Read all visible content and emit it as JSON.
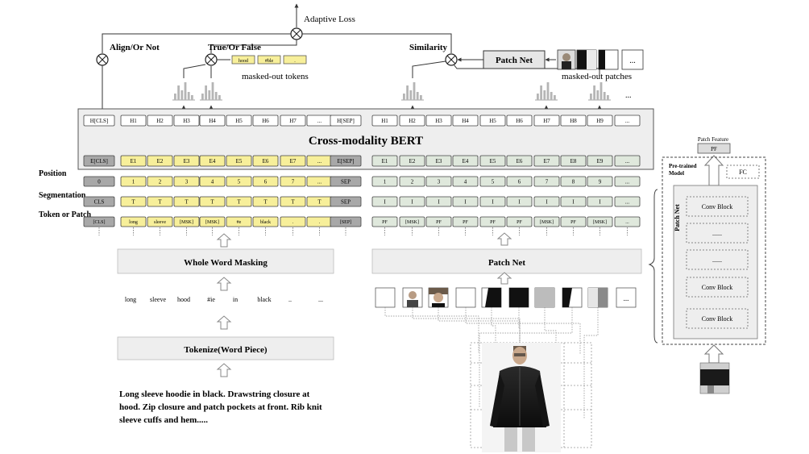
{
  "labels": {
    "adaptive_loss": "Adaptive Loss",
    "align": "Align/Or Not",
    "truefalse": "True/Or False",
    "similarity": "Similarity",
    "patch_net_top": "Patch Net",
    "masked_tokens": "masked-out tokens",
    "masked_patches": "masked-out patches",
    "bert_title": "Cross-modality BERT",
    "row_position": "Position",
    "row_segmentation": "Segmentation",
    "row_token": "Token or Patch",
    "wwm": "Whole Word Masking",
    "patchnet_bar": "Patch Net",
    "tokenize": "Tokenize(Word Piece)",
    "patch_feature": "Patch Feature",
    "pf_top": "PF",
    "pretrained": "Pre-trained Model",
    "fc": "FC",
    "patchnet_vertical": "Patch Net",
    "conv_block": "Conv Block",
    "dots": "......",
    "ellipsis": "...",
    "description": "Long sleeve hoodie in black. Drawstring closure at hood. Zip closure and patch pockets at front. Rib knit sleeve cuffs and hem....."
  },
  "masked_token_chips": [
    "hood",
    "#ble",
    "."
  ],
  "hidden_row": [
    "H[CLS]",
    "H1",
    "H2",
    "H3",
    "H4",
    "H5",
    "H6",
    "H7",
    "...",
    "H[SEP]",
    "H1",
    "H2",
    "H3",
    "H4",
    "H5",
    "H6",
    "H7",
    "H8",
    "H9",
    "..."
  ],
  "embed_row": [
    "E[CLS]",
    "E1",
    "E2",
    "E3",
    "E4",
    "E5",
    "E6",
    "E7",
    "...",
    "E[SEP]",
    "E1",
    "E2",
    "E3",
    "E4",
    "E5",
    "E6",
    "E7",
    "E8",
    "E9",
    "..."
  ],
  "position_row": [
    "0",
    "1",
    "2",
    "3",
    "4",
    "5",
    "6",
    "7",
    "...",
    "SEP",
    "1",
    "2",
    "3",
    "4",
    "5",
    "6",
    "7",
    "8",
    "9",
    "..."
  ],
  "segment_row": [
    "CLS",
    "T",
    "T",
    "T",
    "T",
    "T",
    "T",
    "T",
    "T",
    "SEP",
    "I",
    "I",
    "I",
    "I",
    "I",
    "I",
    "I",
    "I",
    "I",
    "..."
  ],
  "token_row": [
    "[CLS]",
    "long",
    "sleeve",
    "[MSK]",
    "[MSK]",
    "#e",
    "black",
    ".",
    ".",
    "[SEP]",
    "PF",
    "[MSK]",
    "PF",
    "PF",
    "PF",
    "PF",
    "[MSK]",
    "PF",
    "[MSK]",
    "..."
  ],
  "words": [
    "long",
    "sleeve",
    "hood",
    "#ie",
    "in",
    "black",
    "..",
    "..."
  ],
  "colors": {
    "yellow_cell": "#f7ef9a",
    "gray_cell": "#a8a8a8",
    "green_cell": "#dfe8dc",
    "panel": "#eeeeee",
    "border": "#444444"
  }
}
